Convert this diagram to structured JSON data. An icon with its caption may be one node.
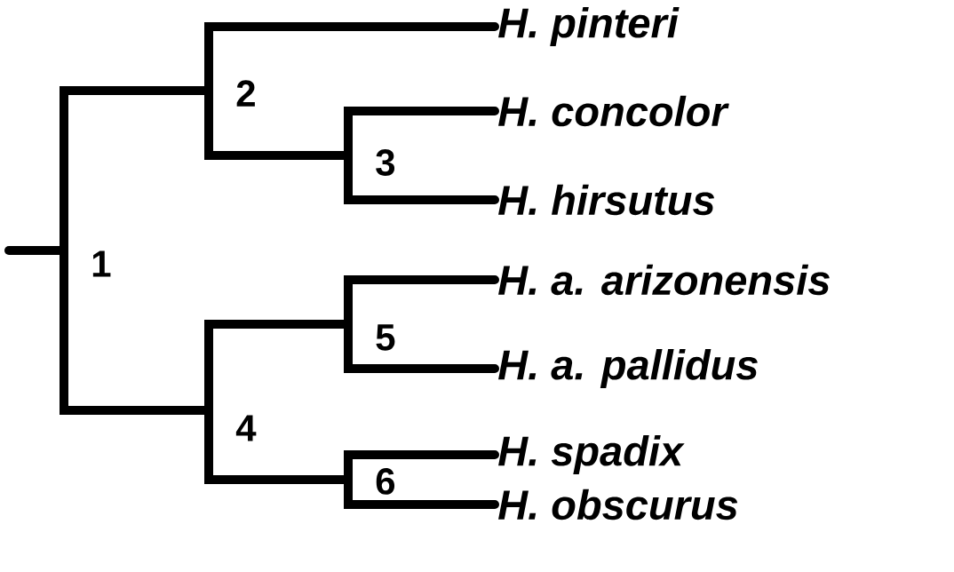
{
  "diagram": {
    "nodes": [
      {
        "text": [
          "1"
        ]
      },
      {
        "text": [
          "2"
        ]
      },
      {
        "text": [
          "H. pinteri"
        ]
      },
      {
        "text": [
          "3"
        ]
      },
      {
        "text": [
          "H. concolor"
        ]
      },
      {
        "text": [
          "H. hirsutus"
        ]
      },
      {
        "text": [
          "4"
        ]
      },
      {
        "text": [
          "5"
        ]
      },
      {
        "text": [
          "H. a. arizonensis"
        ]
      },
      {
        "text": [
          "H. a. pallidus"
        ]
      },
      {
        "text": [
          "6"
        ]
      },
      {
        "text": [
          "H. spadix"
        ]
      },
      {
        "text": [
          "H. obscurus"
        ]
      }
    ],
    "edges": [
      {
        "from": 0,
        "to": 1,
        "arrow": "none"
      },
      {
        "from": 0,
        "to": 6,
        "arrow": "none"
      },
      {
        "from": 1,
        "to": 2,
        "arrow": "none"
      },
      {
        "from": 1,
        "to": 3,
        "arrow": "none"
      },
      {
        "from": 3,
        "to": 4,
        "arrow": "none"
      },
      {
        "from": 3,
        "to": 5,
        "arrow": "none"
      },
      {
        "from": 6,
        "to": 7,
        "arrow": "none"
      },
      {
        "from": 6,
        "to": 10,
        "arrow": "none"
      },
      {
        "from": 7,
        "to": 8,
        "arrow": "none"
      },
      {
        "from": 7,
        "to": 9,
        "arrow": "none"
      },
      {
        "from": 10,
        "to": 11,
        "arrow": "none"
      },
      {
        "from": 10,
        "to": 12,
        "arrow": "none"
      }
    ]
  }
}
